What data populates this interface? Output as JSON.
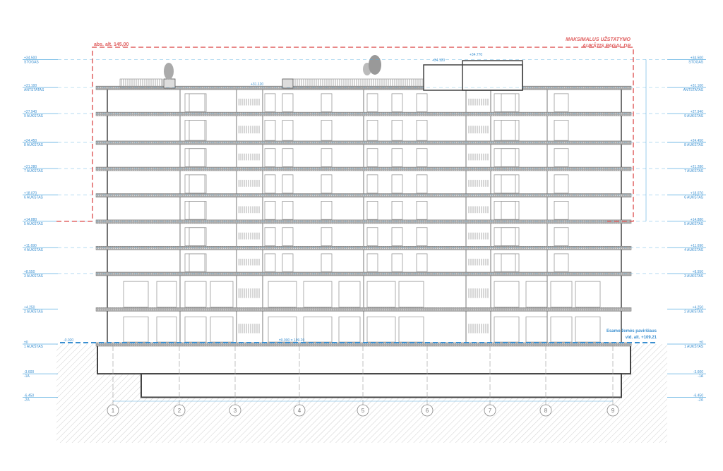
{
  "levels": [
    {
      "elevation": 34.5,
      "label": "+34.500",
      "name": "STOGAS"
    },
    {
      "elevation": 31.1,
      "label": "+31.100",
      "name": "ANTSTATAS"
    },
    {
      "elevation": 27.94,
      "label": "+27.940",
      "name": "9 AUKŠTAS"
    },
    {
      "elevation": 24.45,
      "label": "+24.450",
      "name": "8 AUKŠTAS"
    },
    {
      "elevation": 21.28,
      "label": "+21.280",
      "name": "7 AUKŠTAS"
    },
    {
      "elevation": 18.07,
      "label": "+18.070",
      "name": "6 AUKŠTAS"
    },
    {
      "elevation": 14.88,
      "label": "+14.880",
      "name": "5 AUKŠTAS"
    },
    {
      "elevation": 11.69,
      "label": "+11.690",
      "name": "4 AUKŠTAS"
    },
    {
      "elevation": 8.55,
      "label": "+8.550",
      "name": "3 AUKŠTAS"
    },
    {
      "elevation": 4.25,
      "label": "+4.250",
      "name": "2 AUKŠTAS"
    },
    {
      "elevation": 0,
      "label": "±0",
      "name": "1 AUKŠTAS"
    },
    {
      "elevation": -3.6,
      "label": "-3.600",
      "name": "-1A"
    },
    {
      "elevation": -6.45,
      "label": "-6.450",
      "name": "-2A"
    }
  ],
  "grid_axes": [
    "1",
    "2",
    "3",
    "4",
    "5",
    "6",
    "7",
    "8",
    "9"
  ],
  "annotations": {
    "max_height_line1": "MAKSIMALUS UŽSTATYMO",
    "max_height_line2": "AUKŠTIS PAGAL DP",
    "abs_alt": "abs. alt. 145,00",
    "ground_line1": "Esamo žemės paviršiaus",
    "ground_line2": "vid. alt. +109.21",
    "zero_mark": "±0.000 = 109.20",
    "zero_small": "-0.020",
    "roof_marks": [
      "+31.120",
      "+34.120",
      "+34.770"
    ]
  },
  "colors": {
    "level_line": "#5aaee0",
    "limit_line": "#e06060",
    "structure": "#444444",
    "hatch": "#cccccc"
  }
}
